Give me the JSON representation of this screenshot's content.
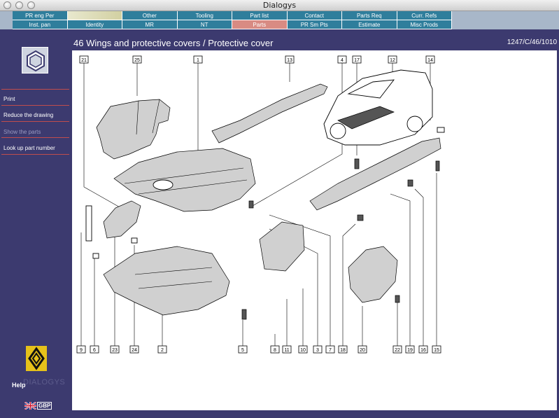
{
  "window": {
    "title": "Dialogys"
  },
  "menu": {
    "row1": [
      "PR eng Per",
      "",
      "Other",
      "Tooling",
      "Part list",
      "Contact",
      "Parts Req",
      "Curr. Refs"
    ],
    "row2": [
      "Inst. pan",
      "Identity",
      "MR",
      "NT",
      "Parts",
      "PR Sm Pts",
      "Estimate",
      "Misc Prods"
    ],
    "active": "Parts"
  },
  "sidebar": {
    "items": [
      {
        "label": "Print",
        "enabled": true
      },
      {
        "label": "Reduce the drawing",
        "enabled": true
      },
      {
        "label": "Show the parts",
        "enabled": false
      },
      {
        "label": "Look up part number",
        "enabled": true
      }
    ],
    "help": "Help",
    "brand": "DIALOGYS",
    "currency": "GBP"
  },
  "header": {
    "title": "46 Wings and protective covers / Protective cover",
    "ref": "1247/C/46/1010"
  },
  "callouts_top": [
    "21",
    "25",
    "1",
    "13",
    "4",
    "17",
    "12",
    "14"
  ],
  "callouts_bottom": [
    "9",
    "6",
    "23",
    "24",
    "2",
    "5",
    "8",
    "11",
    "10",
    "3",
    "7",
    "18",
    "20",
    "22",
    "19",
    "16",
    "15"
  ],
  "colors": {
    "sidebar": "#3c3a6f",
    "menu": "#2f7e9c",
    "menu_active": "#d88b83",
    "separator": "#c04d4d"
  }
}
